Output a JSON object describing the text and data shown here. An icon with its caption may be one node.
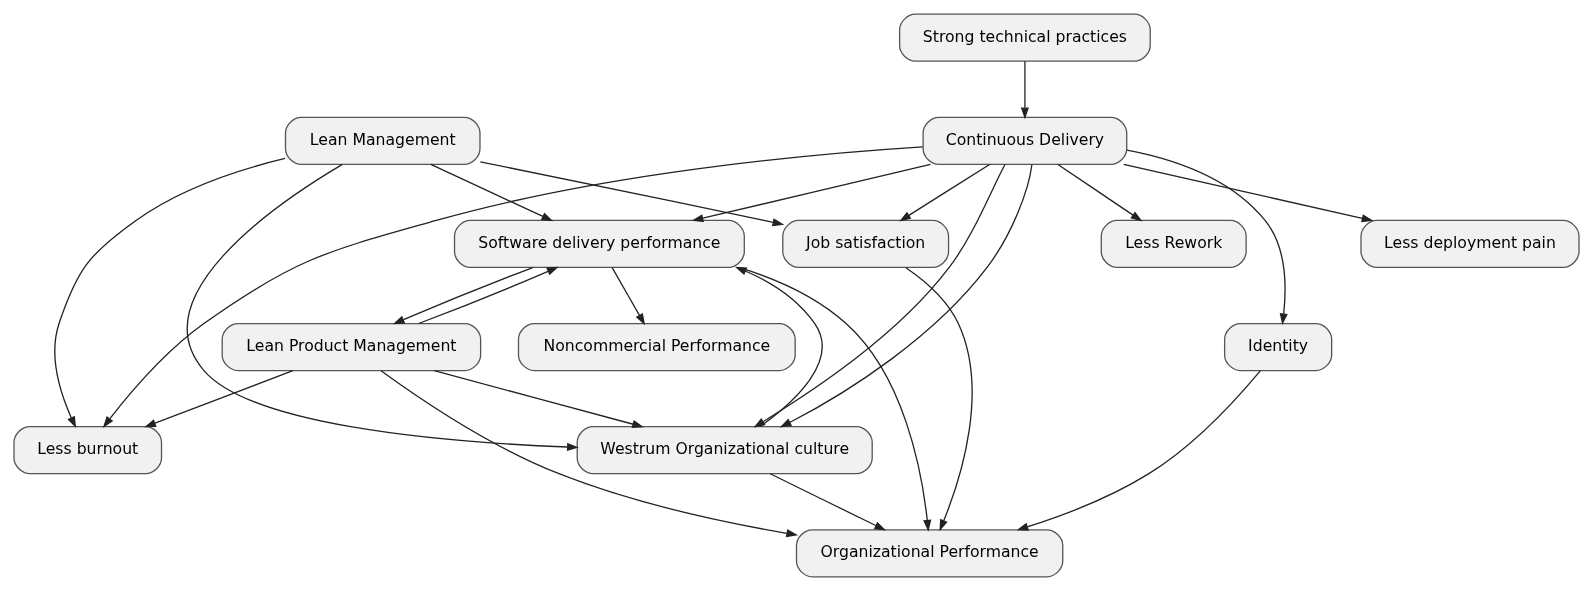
{
  "diagram": {
    "nodes": [
      {
        "text": [
          "Strong technical practices"
        ]
      },
      {
        "text": [
          "Lean Management"
        ]
      },
      {
        "text": [
          "Continuous Delivery"
        ]
      },
      {
        "text": [
          "Software delivery performance"
        ]
      },
      {
        "text": [
          "Job satisfaction"
        ]
      },
      {
        "text": [
          "Less deployment pain"
        ]
      },
      {
        "text": [
          "Less Rework"
        ]
      },
      {
        "text": [
          "Lean Product Management"
        ]
      },
      {
        "text": [
          "Noncommercial Performance"
        ]
      },
      {
        "text": [
          "Identity"
        ]
      },
      {
        "text": [
          "Less burnout"
        ]
      },
      {
        "text": [
          "Westrum Organizational culture"
        ]
      },
      {
        "text": [
          "Organizational Performance"
        ]
      }
    ],
    "edges": [
      {
        "from": 0,
        "to": 2,
        "arrow": "to"
      },
      {
        "from": 1,
        "to": 10,
        "arrow": "to"
      },
      {
        "from": 1,
        "to": 3,
        "arrow": "to"
      },
      {
        "from": 1,
        "to": 11,
        "arrow": "to"
      },
      {
        "from": 1,
        "to": 4,
        "arrow": "to"
      },
      {
        "from": 2,
        "to": 3,
        "arrow": "to"
      },
      {
        "from": 2,
        "to": 10,
        "arrow": "to"
      },
      {
        "from": 2,
        "to": 4,
        "arrow": "to"
      },
      {
        "from": 2,
        "to": 11,
        "arrow": "to"
      },
      {
        "from": 2,
        "to": 11,
        "arrow": "to"
      },
      {
        "from": 2,
        "to": 5,
        "arrow": "to"
      },
      {
        "from": 2,
        "to": 6,
        "arrow": "to"
      },
      {
        "from": 2,
        "to": 9,
        "arrow": "to"
      },
      {
        "from": 3,
        "to": 7,
        "arrow": "to"
      },
      {
        "from": 7,
        "to": 3,
        "arrow": "to"
      },
      {
        "from": 3,
        "to": 8,
        "arrow": "to"
      },
      {
        "from": 3,
        "to": 12,
        "arrow": "to"
      },
      {
        "from": 11,
        "to": 3,
        "arrow": "to"
      },
      {
        "from": 4,
        "to": 12,
        "arrow": "to"
      },
      {
        "from": 7,
        "to": 10,
        "arrow": "to"
      },
      {
        "from": 7,
        "to": 11,
        "arrow": "to"
      },
      {
        "from": 7,
        "to": 12,
        "arrow": "to"
      },
      {
        "from": 11,
        "to": 12,
        "arrow": "to"
      },
      {
        "from": 9,
        "to": 12,
        "arrow": "to"
      }
    ]
  }
}
